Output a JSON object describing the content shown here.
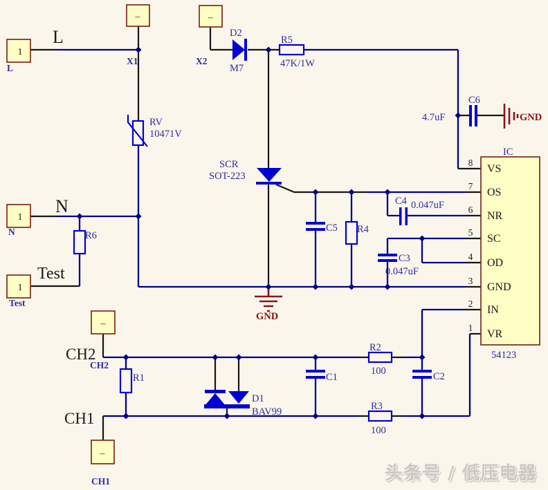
{
  "watermark": "头条号 / 低压电器",
  "colors": {
    "background": "#FAF6EC",
    "wire_net": "#00008C",
    "wire_lead": "#161616",
    "component_blue": "#0000D2",
    "label_blue": "#2D2D9B",
    "terminal_fill": "#FFFFC5",
    "terminal_border": "#7E2A1B",
    "ground_red": "#8B1414"
  },
  "terminals": {
    "l": {
      "big": "L",
      "pin": "1",
      "net": "L"
    },
    "n": {
      "big": "N",
      "pin": "1",
      "net": "N"
    },
    "test": {
      "big": "Test",
      "pin": "1",
      "net": "Test"
    },
    "x1": {
      "pin": "–",
      "net": "X1"
    },
    "x2": {
      "pin": "–",
      "net": "X2"
    },
    "ch2": {
      "big": "CH2",
      "pin": "–",
      "net": "CH2"
    },
    "ch1": {
      "big": "CH1",
      "pin": "–",
      "net": "CH1"
    }
  },
  "components": {
    "d2": {
      "ref": "D2",
      "value": "M7"
    },
    "r5": {
      "ref": "R5",
      "value": "47K/1W"
    },
    "rv": {
      "ref": "RV",
      "value": "10471V"
    },
    "scr": {
      "ref": "SCR",
      "value": "SOT-223"
    },
    "c6": {
      "ref": "C6",
      "value": "4.7uF"
    },
    "c4": {
      "ref": "C4",
      "value": "0.047uF"
    },
    "c3": {
      "ref": "C3",
      "value": "0.047uF"
    },
    "c5": {
      "ref": "C5"
    },
    "r4": {
      "ref": "R4"
    },
    "r6": {
      "ref": "R6"
    },
    "r1": {
      "ref": "R1"
    },
    "d1": {
      "ref": "D1",
      "value": "BAV99"
    },
    "c1": {
      "ref": "C1"
    },
    "c2": {
      "ref": "C2"
    },
    "r2": {
      "ref": "R2",
      "value": "100"
    },
    "r3": {
      "ref": "R3",
      "value": "100"
    }
  },
  "ic": {
    "ref": "IC",
    "part": "54123",
    "pins": [
      {
        "num": "8",
        "name": "VS"
      },
      {
        "num": "7",
        "name": "OS"
      },
      {
        "num": "6",
        "name": "NR"
      },
      {
        "num": "5",
        "name": "SC"
      },
      {
        "num": "4",
        "name": "OD"
      },
      {
        "num": "3",
        "name": "GND"
      },
      {
        "num": "2",
        "name": "IN"
      },
      {
        "num": "1",
        "name": "VR"
      }
    ]
  },
  "ground": {
    "label": "GND"
  }
}
